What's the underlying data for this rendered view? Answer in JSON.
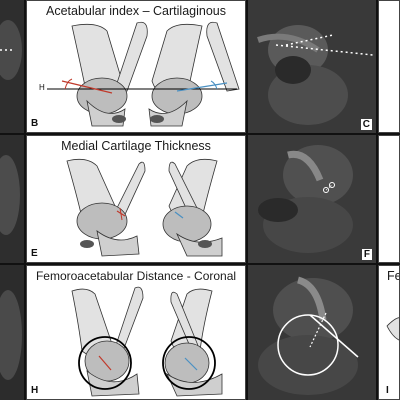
{
  "rows": [
    {
      "title": "Acetabular index – Cartilaginous",
      "drawing_letter": "B",
      "image_letter": "C",
      "line_label": "H"
    },
    {
      "title": "Medial Cartilage Thickness",
      "drawing_letter": "E",
      "image_letter": "F"
    },
    {
      "title": "Femoroacetabular Distance - Coronal",
      "drawing_letter": "H",
      "image_letter": "I",
      "partial_title": "Fe"
    }
  ],
  "colors": {
    "left_measure": "#c0392b",
    "right_measure": "#4a90c2",
    "bone": "#d8d8d8",
    "cartilage": "#a9a9a9",
    "ossific_dark": "#555555"
  }
}
